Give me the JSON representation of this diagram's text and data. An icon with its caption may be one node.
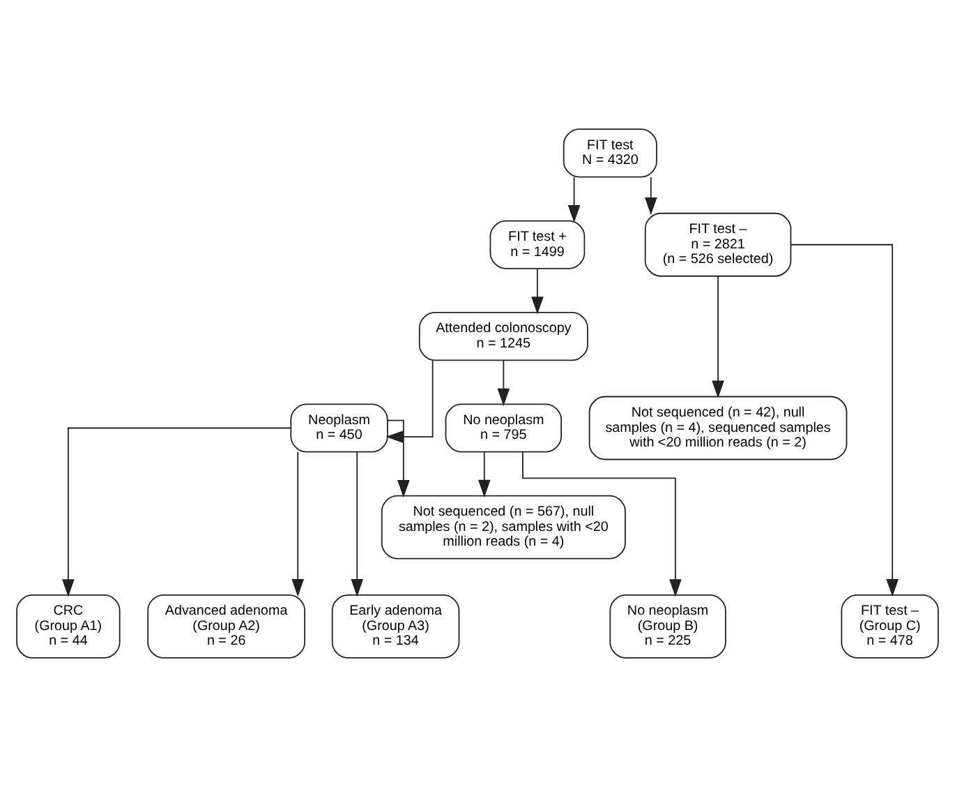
{
  "diagram": {
    "nodes": [
      {
        "text": [
          "FIT test",
          "N = 4320"
        ]
      },
      {
        "text": [
          "FIT test +",
          "n = 1499"
        ]
      },
      {
        "text": [
          "FIT test –",
          "n = 2821",
          "(n = 526 selected)"
        ]
      },
      {
        "text": [
          "Attended colonoscopy",
          "n = 1245"
        ]
      },
      {
        "text": [
          "Neoplasm",
          "n = 450"
        ]
      },
      {
        "text": [
          "No neoplasm",
          "n = 795"
        ]
      },
      {
        "text": [
          "Not sequenced (n = 42), null samples (n = 4), sequenced samples with <20 million reads (n = 2)"
        ]
      },
      {
        "text": [
          "Not sequenced (n = 567), null samples (n = 2), samples with <20 million reads (n = 4)"
        ]
      },
      {
        "text": [
          "CRC",
          "(Group A1)",
          "n = 44"
        ]
      },
      {
        "text": [
          "Advanced adenoma",
          "(Group A2)",
          "n = 26"
        ]
      },
      {
        "text": [
          "Early adenoma",
          "(Group A3)",
          "n = 134"
        ]
      },
      {
        "text": [
          "No neoplasm",
          "(Group B)",
          "n = 225"
        ]
      },
      {
        "text": [
          "FIT test –",
          "(Group C)",
          "n = 478"
        ]
      }
    ],
    "edges": [
      {
        "from": 0,
        "to": 1,
        "arrow": "to"
      },
      {
        "from": 0,
        "to": 2,
        "arrow": "to"
      },
      {
        "from": 1,
        "to": 3,
        "arrow": "to"
      },
      {
        "from": 3,
        "to": 4,
        "arrow": "to"
      },
      {
        "from": 3,
        "to": 5,
        "arrow": "to"
      },
      {
        "from": 2,
        "to": 6,
        "arrow": "to"
      },
      {
        "from": 4,
        "to": 7,
        "arrow": "to"
      },
      {
        "from": 5,
        "to": 7,
        "arrow": "to"
      },
      {
        "from": 4,
        "to": 8,
        "arrow": "to"
      },
      {
        "from": 4,
        "to": 9,
        "arrow": "to"
      },
      {
        "from": 4,
        "to": 10,
        "arrow": "to"
      },
      {
        "from": 5,
        "to": 11,
        "arrow": "to"
      },
      {
        "from": 2,
        "to": 12,
        "arrow": "to"
      }
    ]
  }
}
